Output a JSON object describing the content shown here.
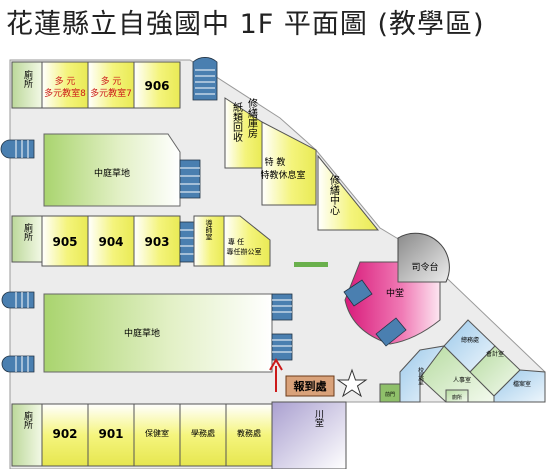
{
  "title": "花蓮縣立自強國中 1F 平面圖 (教學區)",
  "rooms": {
    "toilet": "廁所",
    "multi8": "多元教室8",
    "multi7": "多元教室7",
    "r906": "906",
    "r905": "905",
    "r904": "904",
    "r903": "903",
    "r902": "902",
    "r901": "901",
    "courtyard1": "中庭草地",
    "courtyard2": "中庭草地",
    "paper": "紙類回收",
    "repair": "修繕庫房",
    "teacher": "特教休息室",
    "center": "修繕中心",
    "counsel": "導師室",
    "specialist": "專任辦公室",
    "podium": "司令台",
    "hall": "中堂",
    "chuan": "川堂",
    "health": "保健室",
    "academic": "學務處",
    "teaching": "教務處",
    "general": "總務處",
    "accounting": "會計室",
    "archives": "檔案室",
    "principal": "校長室",
    "personnel": "人事室",
    "restroom_small": "廁所",
    "lobby": "前門"
  },
  "report": "報到處",
  "colors": {
    "yellow": "#f2f26a",
    "green": "#c7e39a",
    "purple": "#c9c2e0",
    "pink": "#e8238a",
    "stair": "#4a7fb0",
    "corridor": "#e9e9e9",
    "arrow": "#cc1a1a",
    "badge": "#d9a27a"
  }
}
